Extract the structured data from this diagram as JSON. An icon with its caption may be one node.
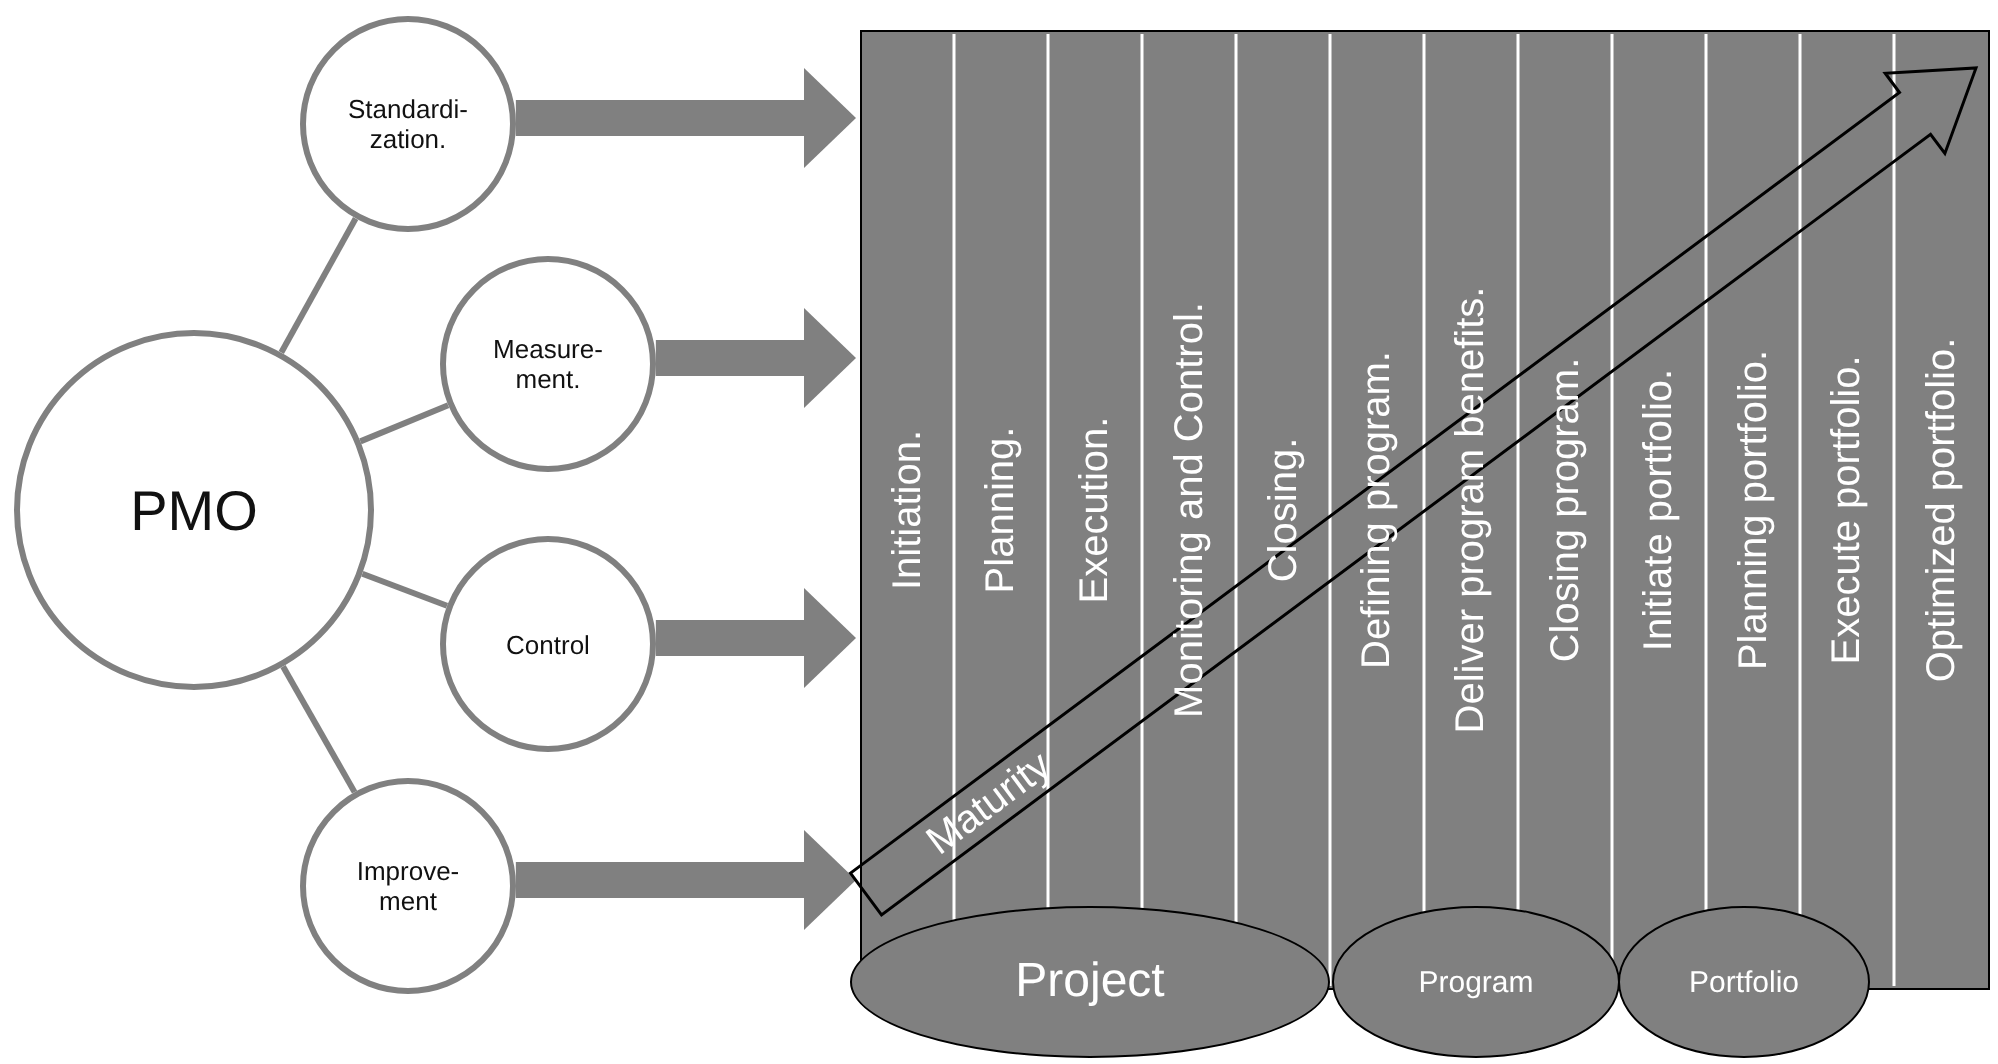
{
  "diagram": {
    "nodes": [
      {
        "text": [
          "PMO"
        ]
      },
      {
        "text": [
          "Standardi- zation."
        ]
      },
      {
        "text": [
          "Measure- ment."
        ]
      },
      {
        "text": [
          "Control"
        ]
      },
      {
        "text": [
          "Improve- ment"
        ]
      },
      {
        "text": [],
        "shape": "box"
      },
      {
        "text": [
          "Project"
        ]
      },
      {
        "text": [
          "Program"
        ]
      },
      {
        "text": [
          "Portfolio"
        ]
      }
    ],
    "edges": [
      {
        "from": 0,
        "to": 1,
        "arrow": "none"
      },
      {
        "from": 0,
        "to": 2,
        "arrow": "none"
      },
      {
        "from": 0,
        "to": 3,
        "arrow": "none"
      },
      {
        "from": 0,
        "to": 4,
        "arrow": "none"
      },
      {
        "from": 1,
        "to": 5,
        "arrow": "to",
        "style": "thick"
      },
      {
        "from": 2,
        "to": 5,
        "arrow": "to",
        "style": "thick"
      },
      {
        "from": 3,
        "to": 5,
        "arrow": "to",
        "style": "thick"
      },
      {
        "from": 4,
        "to": 5,
        "arrow": "to",
        "style": "thick"
      }
    ],
    "labels": [
      "Initiation.",
      "Planning.",
      "Execution.",
      "Monitoring and Control.",
      "Closing.",
      "Defining program.",
      "Deliver program benefits.",
      "Closing program.",
      "Initiate portfolio.",
      "Planning portfolio.",
      "Execute portfolio.",
      "Optimized portfolio.",
      "Maturity"
    ]
  }
}
